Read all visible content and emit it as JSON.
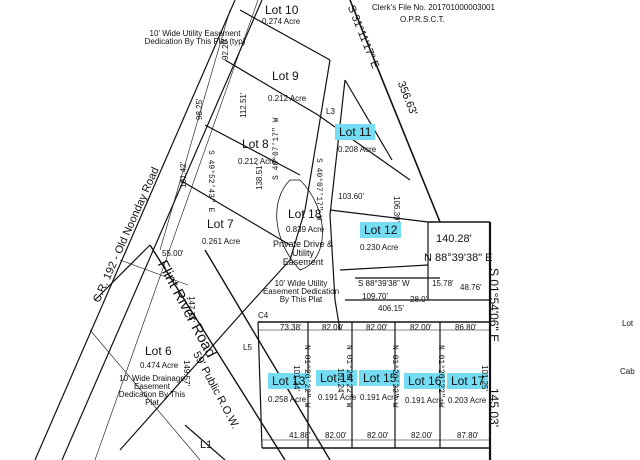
{
  "plat": {
    "clerk_file": "Clerk's File No. 201701000003001",
    "county_record": "O.P.R.S.C.T.",
    "lots": [
      {
        "label": "Lot 10",
        "acreage": "0.274 Acre"
      },
      {
        "label": "Lot 9",
        "acreage": "0.212 Acre"
      },
      {
        "label": "Lot 8",
        "acreage": "0.212 Acre"
      },
      {
        "label": "Lot 7",
        "acreage": "0.261 Acre"
      },
      {
        "label": "Lot 18",
        "acreage": "0.839 Acre",
        "desc": "Private Drive & Utility Easement"
      },
      {
        "label": "Lot 11",
        "acreage": "0.208 Acre",
        "highlight": true
      },
      {
        "label": "Lot 12",
        "acreage": "0.230 Acre",
        "highlight": true
      },
      {
        "label": "Lot 6",
        "acreage": "0.474 Acre"
      },
      {
        "label": "Lot 13",
        "acreage": "0.258 Acre",
        "highlight": true
      },
      {
        "label": "Lot 14",
        "acreage": "0.191 Acre",
        "highlight": true
      },
      {
        "label": "Lot 15",
        "acreage": "0.191 Acre",
        "highlight": true
      },
      {
        "label": "Lot 16",
        "acreage": "0.191 Acre",
        "highlight": true
      },
      {
        "label": "Lot 17",
        "acreage": "0.203 Acre",
        "highlight": true
      }
    ],
    "notes": {
      "utility_top": "10' Wide Utility Easement Dedication By This Plat (typ)",
      "utility_mid": "10' Wide Utility Easement Dedication By This Plat",
      "drainage": "10' Wide Drainage Easement Dedication By This Plat"
    },
    "roads": {
      "county_road": "C.R. 192 - Old Noonday Road",
      "flint_river": "Flint River Road",
      "public_row": "59' Public R.O.W."
    },
    "dimensions": {
      "east_total": "356.63'",
      "east_lower": "145.03'",
      "bearing_top_right": "S 31°11'17\" E",
      "bearing_east": "S 01°54'06\" E",
      "line_140": "140.28'",
      "bearing_N88": "N 88°39'38\" E",
      "line_109": "109.70'",
      "bearing_S88": "S 88°39'38\" W",
      "line_406": "406.15'",
      "line_28": "28.0'",
      "line_15": "15.78'",
      "line_48": "48.76'",
      "line_73": "73.38'",
      "line_82a": "82.00'",
      "line_82b": "82.00'",
      "line_82c": "82.00'",
      "line_86": "86.80'",
      "line_41": "41.88'",
      "line_82d": "82.00'",
      "line_82e": "82.00'",
      "line_82f": "82.00'",
      "line_87": "87.80'",
      "lot_depth_a": "101.24'",
      "lot_depth_b": "101.24'",
      "lot_depth_c": "101.25'",
      "lot_bearing": "N 01°20'22\" W",
      "line_103": "103.60'",
      "line_106": "106.39'",
      "line_112": "112.51'",
      "line_138": "138.51'",
      "lot7_w": "98.25'",
      "lot8_w": "101.42'",
      "lot9_w": "92.20'",
      "lot_bearing_sw": "S 49°52'43\" E",
      "lot_bearing_ne": "S 40°07'17\" W",
      "curve_C4": "C4",
      "curve_L3": "L3",
      "curve_L5": "L5",
      "curve_L1": "L1",
      "line_55": "55.00'",
      "line_147": "147.75'",
      "line_149": "149.57'"
    },
    "edge_right": {
      "lot": "Lot",
      "cab": "Cab"
    }
  }
}
